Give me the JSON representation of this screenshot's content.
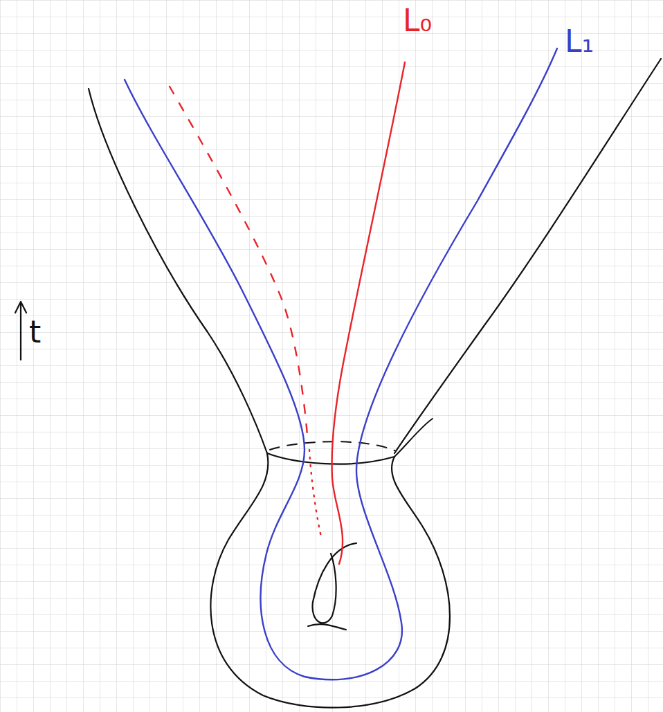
{
  "diagram": {
    "labels": [
      "L₀",
      "L₁",
      "t"
    ]
  }
}
